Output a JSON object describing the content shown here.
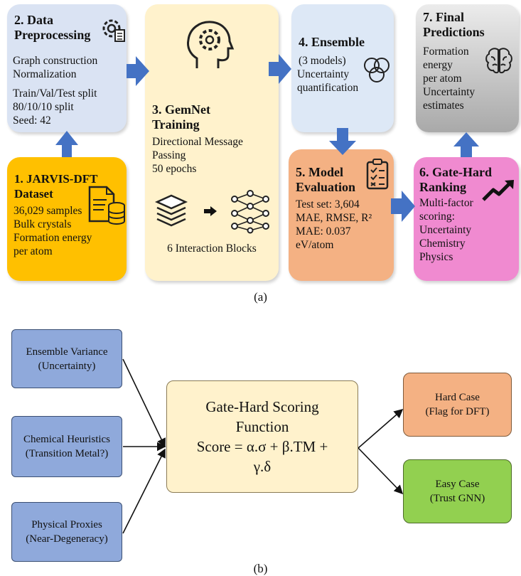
{
  "panel_a": {
    "caption": "(a)",
    "step2": {
      "title": [
        "2. Data",
        "Preprocessing"
      ],
      "lines": [
        "Graph construction",
        "Normalization",
        "",
        "Train/Val/Test split",
        "80/10/10 split",
        "Seed: 42"
      ]
    },
    "step1": {
      "title": [
        "1. JARVIS-DFT",
        "Dataset"
      ],
      "lines": [
        "36,029 samples",
        "Bulk crystals",
        "Formation energy",
        "per atom"
      ]
    },
    "step3": {
      "title": [
        "3. GemNet",
        "Training"
      ],
      "lines": [
        "Directional Message",
        "Passing",
        "50 epochs"
      ],
      "footer": "6 Interaction Blocks"
    },
    "step4": {
      "title": "4. Ensemble",
      "lines": [
        "(3 models)",
        "Uncertainty",
        "quantification"
      ]
    },
    "step5": {
      "title": [
        "5. Model",
        "Evaluation"
      ],
      "lines": [
        "Test set: 3,604",
        "MAE, RMSE, R²",
        "MAE: 0.037",
        "eV/atom"
      ]
    },
    "step6": {
      "title": [
        "6. Gate-Hard",
        "Ranking"
      ],
      "lines": [
        "Multi-factor",
        "scoring:",
        "Uncertainty",
        "Chemistry",
        "Physics"
      ]
    },
    "step7": {
      "title": [
        "7. Final",
        "Predictions"
      ],
      "lines": [
        "Formation",
        "energy",
        "per atom",
        "Uncertainty",
        "estimates"
      ]
    },
    "colors": {
      "step1": "#ffc000",
      "step2": "#dae3f3",
      "step3": "#fff2cc",
      "step4": "#dde8f6",
      "step5": "#f4b183",
      "step6": "#f08ad0",
      "step7": "#bfbfbf",
      "arrow": "#4472c4"
    },
    "icons": [
      "gear-document-icon",
      "database-document-icon",
      "ai-head-gear-icon",
      "layers-icon",
      "neural-network-icon",
      "venn-circles-icon",
      "checklist-icon",
      "trend-up-icon",
      "brain-icon"
    ]
  },
  "panel_b": {
    "caption": "(b)",
    "inputs": [
      [
        "Ensemble Variance",
        "(Uncertainty)"
      ],
      [
        "Chemical Heuristics",
        "(Transition Metal?)"
      ],
      [
        "Physical Proxies",
        "(Near-Degeneracy)"
      ]
    ],
    "center": [
      "Gate-Hard Scoring",
      "Function",
      "Score = α.σ + β.TM +",
      "γ.δ"
    ],
    "hard": [
      "Hard Case",
      "(Flag for DFT)"
    ],
    "easy": [
      "Easy Case",
      "(Trust GNN)"
    ],
    "colors": {
      "input": "#8fa9db",
      "center": "#fff2cc",
      "hard": "#f4b183",
      "easy": "#92d050"
    }
  }
}
